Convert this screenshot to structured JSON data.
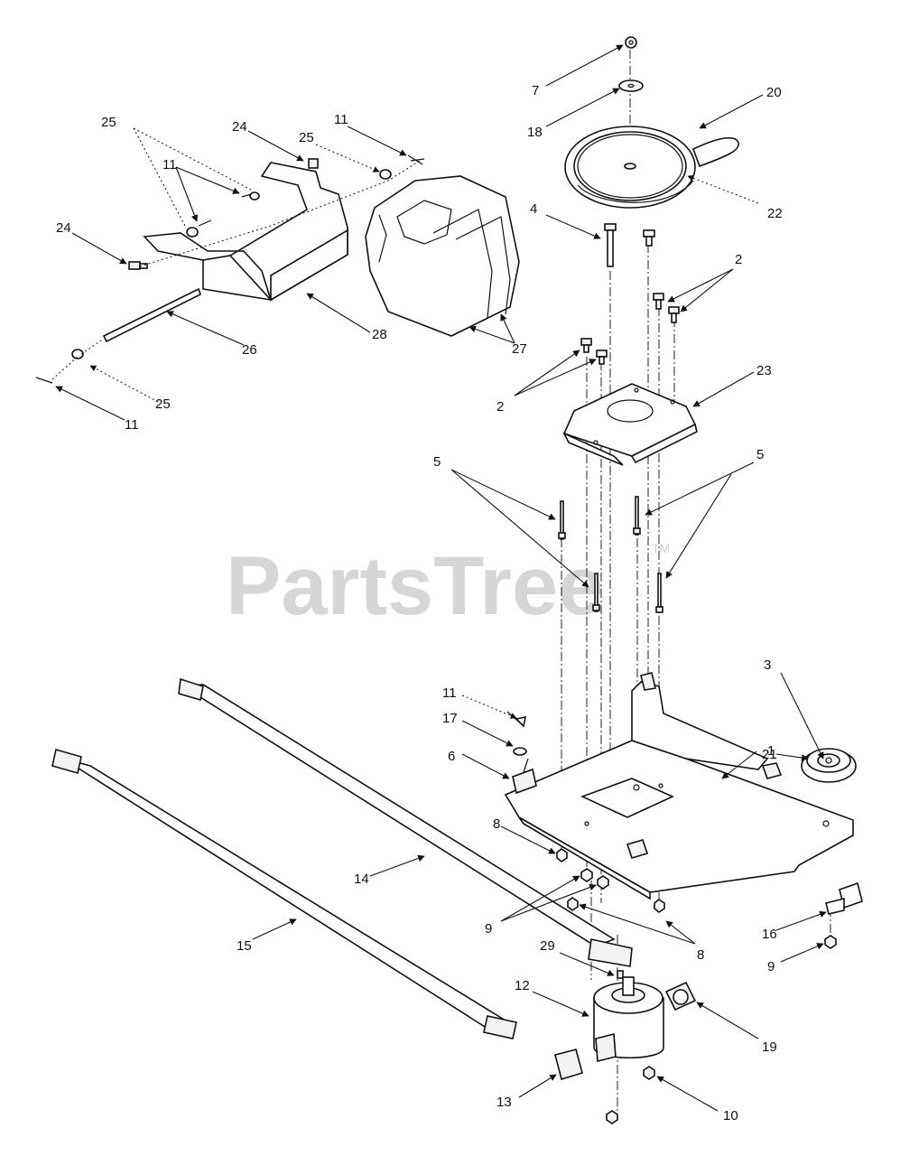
{
  "watermark": {
    "text": "PartsTree",
    "tm": "TM"
  },
  "callouts": {
    "c7": "7",
    "c18": "18",
    "c20": "20",
    "c22": "22",
    "c4": "4",
    "c2a": "2",
    "c2b": "2",
    "c23": "23",
    "c5a": "5",
    "c5b": "5",
    "c3": "3",
    "c21": "21",
    "c1": "1",
    "c11a": "11",
    "c17": "17",
    "c6": "6",
    "c8a": "8",
    "c9a": "9",
    "c8b": "8",
    "c16": "16",
    "c9b": "9",
    "c29": "29",
    "c12": "12",
    "c19": "19",
    "c13": "13",
    "c10": "10",
    "c14": "14",
    "c15": "15",
    "c25a": "25",
    "c11b": "11",
    "c24a": "24",
    "c25b": "25",
    "c11c": "11",
    "c24b": "24",
    "c28": "28",
    "c26": "26",
    "c27": "27",
    "c25c": "25",
    "c11d": "11"
  }
}
